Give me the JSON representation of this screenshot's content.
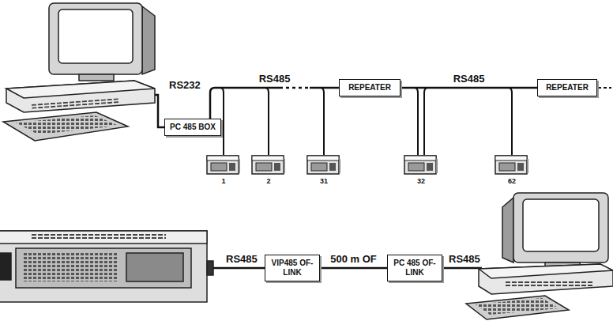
{
  "diagram": {
    "nodes": [
      {
        "text": [
          "PC 485 BOX"
        ]
      },
      {
        "text": [
          "1"
        ]
      },
      {
        "text": [
          "2"
        ]
      },
      {
        "text": [
          "31"
        ]
      },
      {
        "text": [
          "REPEATER"
        ]
      },
      {
        "text": [
          "32"
        ]
      },
      {
        "text": [
          "62"
        ]
      },
      {
        "text": [
          "REPEATER"
        ]
      },
      {
        "text": [
          "VIP485 OF-LINK"
        ]
      },
      {
        "text": [
          "PC 485 OF-LINK"
        ]
      }
    ],
    "edges": [
      {
        "from": 0,
        "to": 4,
        "label": "RS485",
        "arrow": "none"
      },
      {
        "from": 4,
        "to": 7,
        "label": "RS485",
        "arrow": "none"
      },
      {
        "from": 8,
        "to": 9,
        "label": "500 m OF",
        "arrow": "none"
      }
    ],
    "labels": [
      "RS232",
      "RS485",
      "RS485"
    ]
  }
}
